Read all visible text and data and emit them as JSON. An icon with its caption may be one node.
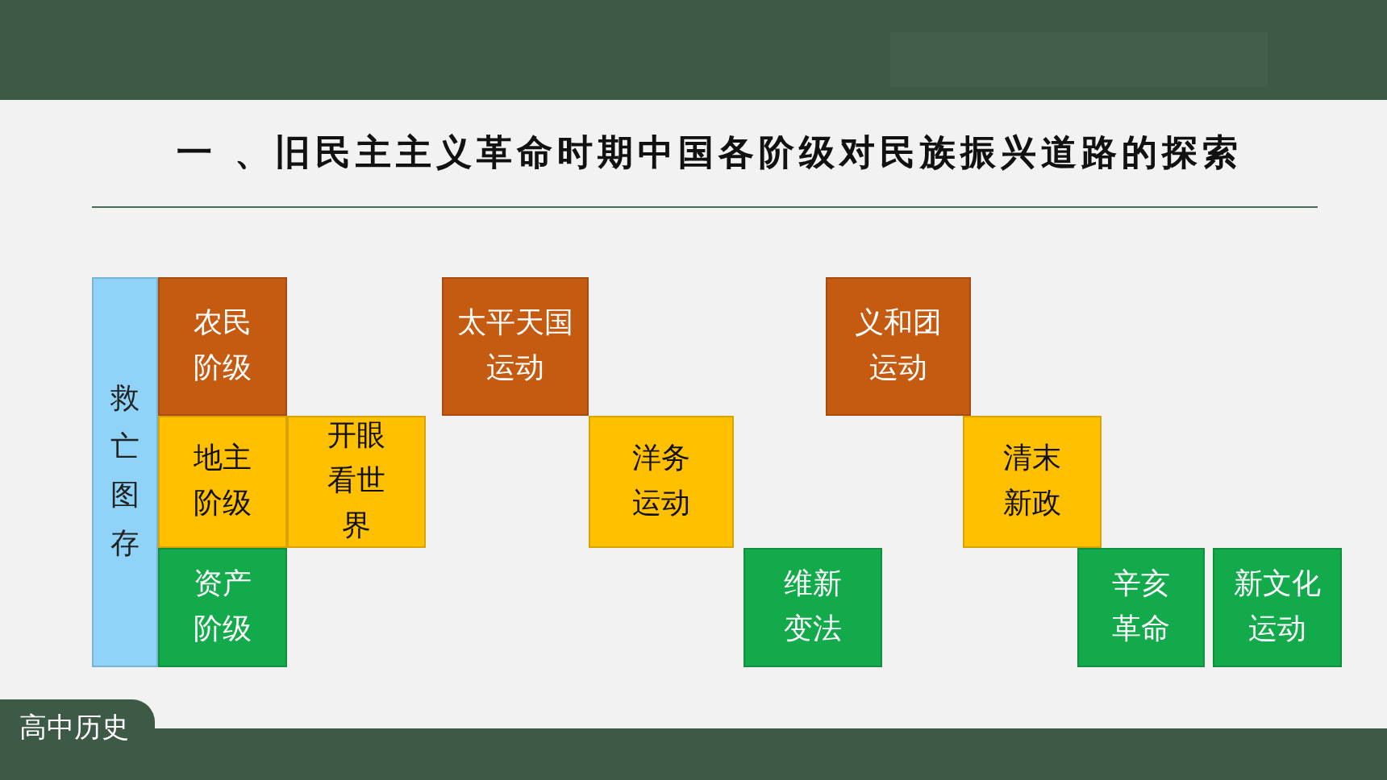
{
  "diagram": {
    "title": "一 、旧民主主义革命时期中国各阶级对民族振兴道路的探索",
    "nodes": [
      {
        "text": [
          "救亡图存"
        ]
      },
      {
        "text": [
          "农民阶级"
        ]
      },
      {
        "text": [
          "地主阶级"
        ]
      },
      {
        "text": [
          "资产阶级"
        ]
      },
      {
        "text": [
          "开眼看世界"
        ]
      },
      {
        "text": [
          "太平天国运动"
        ]
      },
      {
        "text": [
          "洋务运动"
        ]
      },
      {
        "text": [
          "维新变法"
        ]
      },
      {
        "text": [
          "义和团运动"
        ]
      },
      {
        "text": [
          "清末新政"
        ]
      },
      {
        "text": [
          "辛亥革命"
        ]
      },
      {
        "text": [
          "新文化运动"
        ]
      }
    ],
    "labels": [
      "高中历史"
    ]
  }
}
